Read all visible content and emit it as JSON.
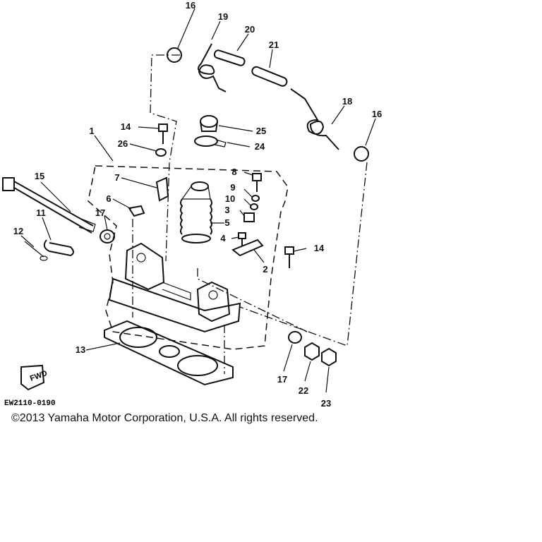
{
  "diagram": {
    "drawing_code": "EW2110-0190",
    "fwd_label": "FWD",
    "part_labels": [
      "1",
      "2",
      "3",
      "4",
      "5",
      "6",
      "7",
      "8",
      "9",
      "10",
      "11",
      "12",
      "13",
      "14",
      "14",
      "15",
      "16",
      "16",
      "17",
      "17",
      "18",
      "19",
      "20",
      "21",
      "22",
      "23",
      "24",
      "25",
      "26"
    ]
  },
  "footer": {
    "copyright": "©2013 Yamaha Motor Corporation, U.S.A. All rights reserved."
  }
}
